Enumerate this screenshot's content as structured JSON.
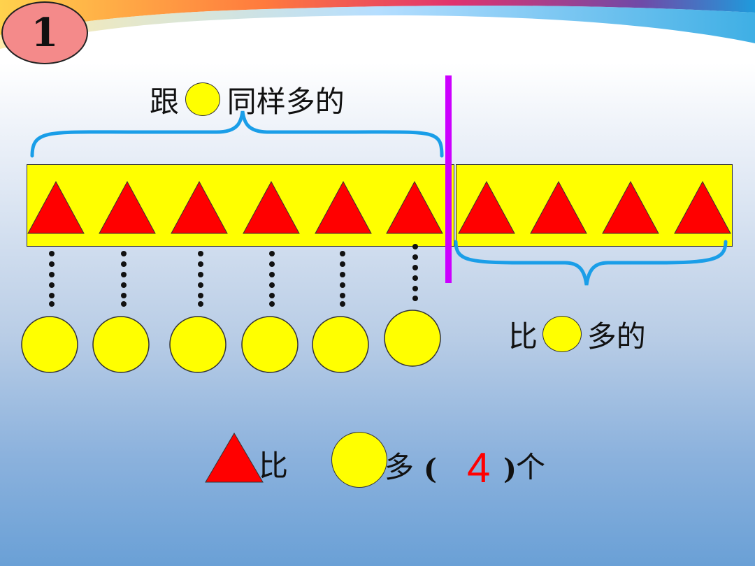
{
  "badge": {
    "number": "1"
  },
  "top_label": {
    "before": "跟",
    "after": "同样多的"
  },
  "right_label": {
    "before": "比",
    "after": "多的"
  },
  "bottom_sentence": {
    "compare": "比",
    "more": "多",
    "open_paren": "(",
    "answer": "4",
    "close_paren": ")",
    "unit": "个"
  },
  "counts": {
    "triangles": 10,
    "circles": 6,
    "extra_triangles": 4
  },
  "colors": {
    "triangle": "#ff0000",
    "circle": "#ffff00",
    "divider": "#cc00ff",
    "brace": "#1a9ee8",
    "answer": "#ff0000"
  }
}
